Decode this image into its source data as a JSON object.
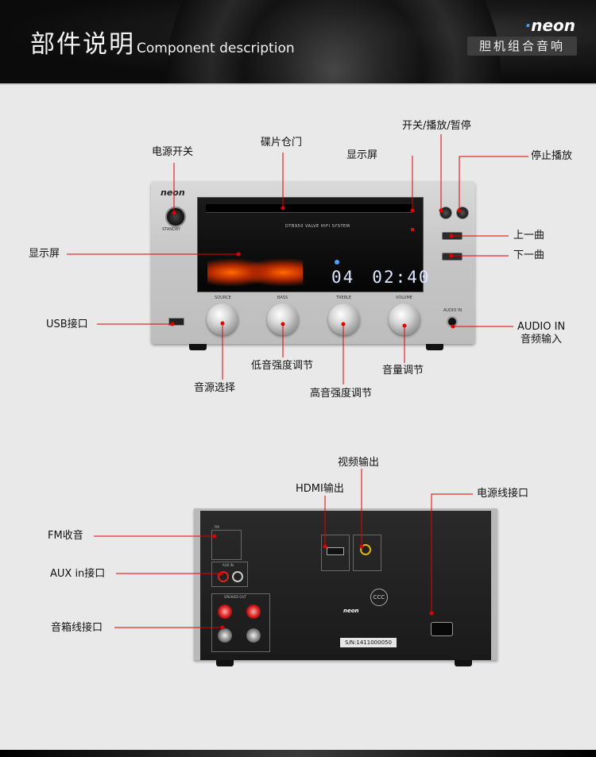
{
  "header": {
    "title_cn": "部件说明",
    "title_en": "Component description",
    "brand": "neon",
    "tagline": "胆机组合音响"
  },
  "front_unit": {
    "model_line": "DTB950 VALVE HIFI SYSTEM",
    "display_track": "04",
    "display_time": "02:40",
    "knob_source": "SOURCE",
    "knob_bass": "BASS",
    "knob_treble": "TREBLE",
    "knob_volume": "VOLUME",
    "audio_in_text": "AUDIO IN",
    "standby_text": "STANDBY"
  },
  "front_labels": {
    "power_switch": "电源开关",
    "disc_door": "碟片仓门",
    "display_top": "显示屏",
    "play_pause": "开关/播放/暂停",
    "stop": "停止播放",
    "display_left": "显示屏",
    "prev": "上一曲",
    "next": "下一曲",
    "usb": "USB接口",
    "audio_in": "AUDIO IN",
    "audio_in_cn": "音频输入",
    "bass": "低音强度调节",
    "volume": "音量调节",
    "source": "音源选择",
    "treble": "高音强度调节"
  },
  "rear_labels": {
    "video_out": "视频输出",
    "hdmi_out": "HDMI输出",
    "power_socket": "电源线接口",
    "fm": "FM收音",
    "aux_in": "AUX in接口",
    "speaker": "音箱线接口"
  },
  "rear_unit": {
    "sn": "S/N:1411000050",
    "brand": "neon",
    "fm_text": "FM",
    "aux_text": "AUX IN",
    "speaker_text": "SPEAKER OUT"
  },
  "colors": {
    "leader_line": "#e40000",
    "accent_blue": "#3aa0ff"
  },
  "icons": {
    "usb": "usb-icon",
    "ccc": "ccc-certification-icon"
  }
}
